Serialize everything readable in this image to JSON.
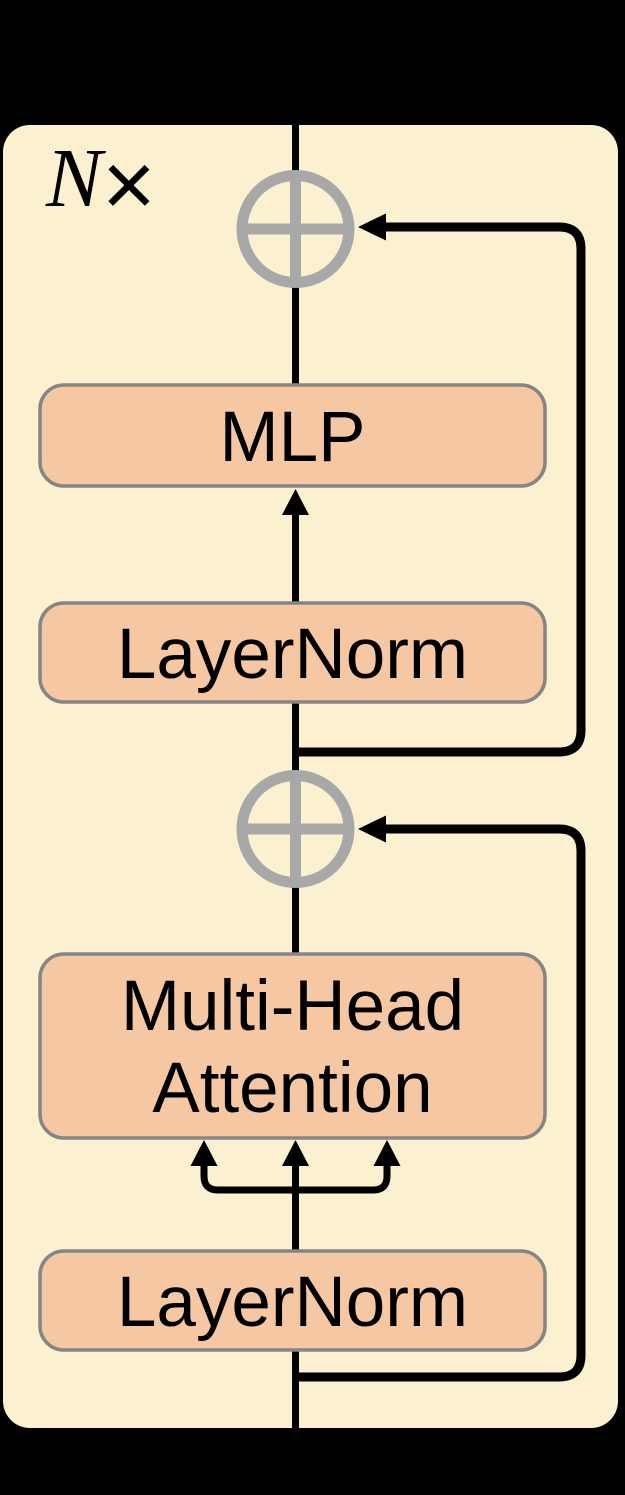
{
  "diagram": {
    "type": "transformer-encoder-block",
    "repeat_label": {
      "n": "N",
      "times": "×"
    },
    "nodes": {
      "mlp": {
        "label": "MLP"
      },
      "layernorm_top": {
        "label": "LayerNorm"
      },
      "mha": {
        "line1": "Multi-Head",
        "line2": "Attention"
      },
      "layernorm_bottom": {
        "label": "LayerNorm"
      }
    },
    "icons": {
      "residual_add_top": "circled-plus",
      "residual_add_bottom": "circled-plus"
    },
    "colors": {
      "background": "#000000",
      "panel_fill": "#FBF1D0",
      "node_fill": "#F6C7A3",
      "node_border": "#858585",
      "add_symbol": "#A8A8A8",
      "connector": "#000000"
    }
  }
}
